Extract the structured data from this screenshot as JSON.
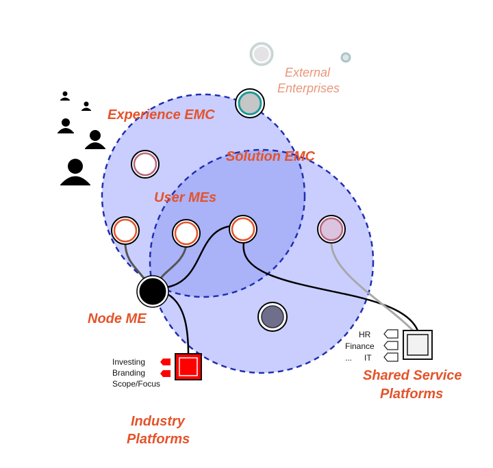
{
  "colors": {
    "orange_label": "#e4532a",
    "external_label": "#e8967a",
    "emc_fill": "#c9ceff",
    "overlap_fill": "#aab2f8",
    "dash_border": "#1f2fb0",
    "node_me": "#000000",
    "industry_platform": "#ff0000",
    "ring_orange": "#e4532a",
    "ring_pink": "#b8647e",
    "ring_teal": "#1a9a9a",
    "dark_node": "#6f6f8c"
  },
  "labels": {
    "experience_emc": "Experience EMC",
    "solution_emc": "Solution EMC",
    "user_mes": "User MEs",
    "node_me": "Node ME",
    "external_line1": "External",
    "external_line2": "Enterprises",
    "industry_line1": "Industry",
    "industry_line2": "Platforms",
    "shared_line1": "Shared Service",
    "shared_line2": "Platforms"
  },
  "industry_items": [
    "Investing",
    "Branding",
    "Scope/Focus"
  ],
  "shared_items": [
    "HR",
    "Finance",
    "IT"
  ],
  "shared_prefix": "...",
  "icons": {
    "users": "person-icon",
    "external": "circle-node-icon",
    "industry": "square-platform-icon",
    "shared": "square-platform-icon"
  }
}
